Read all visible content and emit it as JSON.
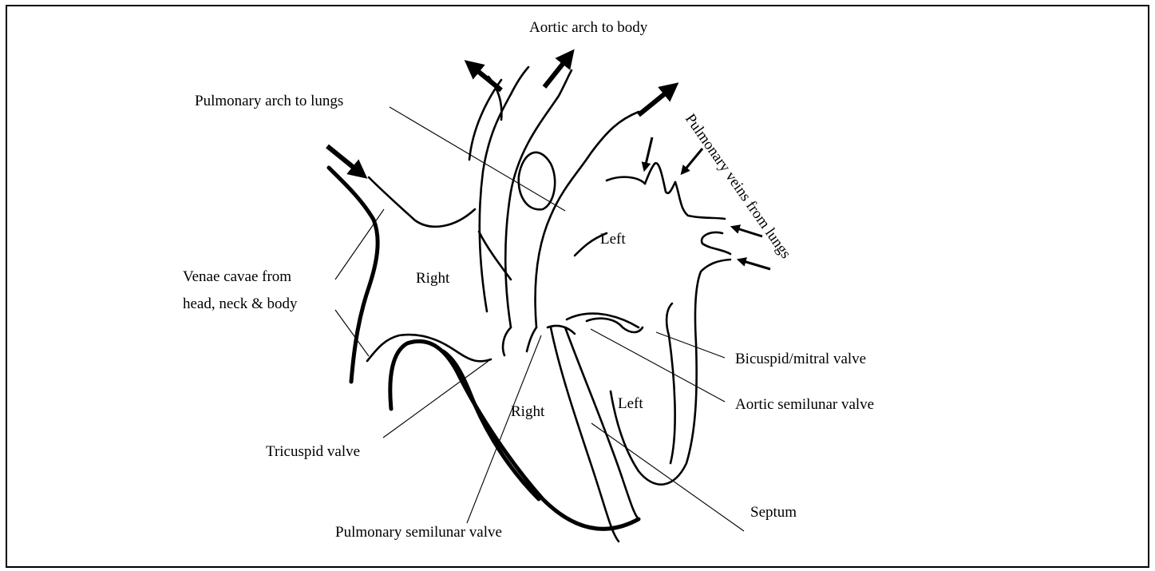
{
  "labels": {
    "aortic_arch": "Aortic arch to body",
    "pulmonary_arch": "Pulmonary arch to lungs",
    "pulmonary_veins": "Pulmonary veins from lungs",
    "venae_cavae_line1": "Venae cavae from",
    "venae_cavae_line2": "head, neck & body",
    "right_atrium": "Right",
    "left_atrium": "Left",
    "right_ventricle": "Right",
    "left_ventricle": "Left",
    "bicuspid_valve": "Bicuspid/mitral valve",
    "aortic_semilunar_valve": "Aortic semilunar valve",
    "tricuspid_valve": "Tricuspid valve",
    "pulmonary_semilunar_valve": "Pulmonary semilunar valve",
    "septum": "Septum"
  },
  "colors": {
    "line": "#000000",
    "background": "#ffffff"
  }
}
